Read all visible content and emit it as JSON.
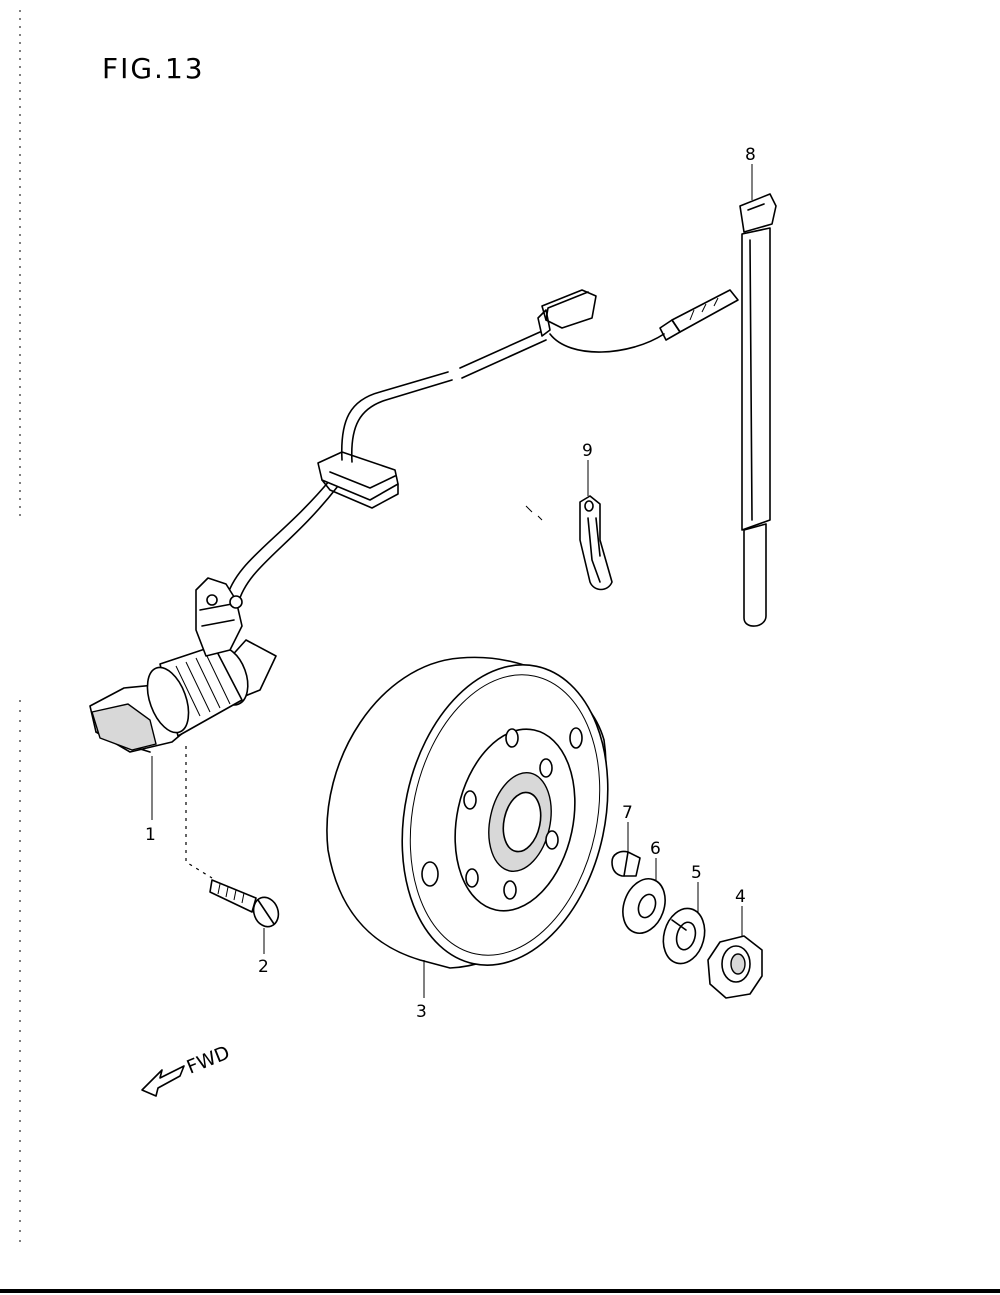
{
  "figure": {
    "title": "FIG.13"
  },
  "callouts": [
    {
      "id": "1",
      "label": "1"
    },
    {
      "id": "2",
      "label": "2"
    },
    {
      "id": "3",
      "label": "3"
    },
    {
      "id": "4",
      "label": "4"
    },
    {
      "id": "5",
      "label": "5"
    },
    {
      "id": "6",
      "label": "6"
    },
    {
      "id": "7",
      "label": "7"
    },
    {
      "id": "8",
      "label": "8"
    },
    {
      "id": "9",
      "label": "9"
    }
  ],
  "direction": {
    "label": "FWD"
  }
}
